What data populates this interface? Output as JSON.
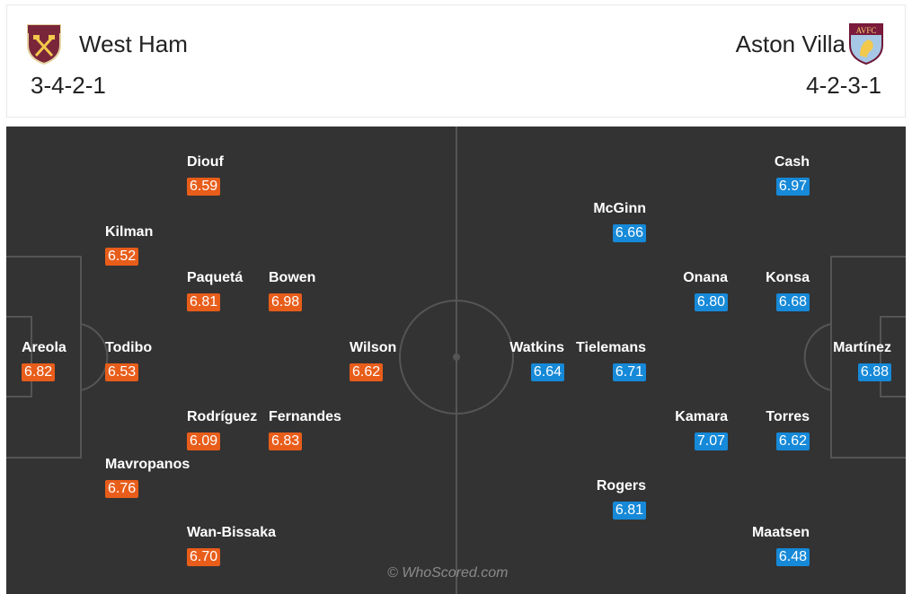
{
  "home": {
    "name": "West Ham",
    "formation": "3-4-2-1",
    "crest_icon": "west-ham-crest-icon",
    "rating_color": "#e85d1a"
  },
  "away": {
    "name": "Aston Villa",
    "formation": "4-2-3-1",
    "crest_icon": "aston-villa-crest-icon",
    "crest_text": "AVFC",
    "rating_color": "#1689d8"
  },
  "players": {
    "diouf": {
      "name": "Diouf",
      "rating": "6.59"
    },
    "kilman": {
      "name": "Kilman",
      "rating": "6.52"
    },
    "paqueta": {
      "name": "Paquetá",
      "rating": "6.81"
    },
    "bowen": {
      "name": "Bowen",
      "rating": "6.98"
    },
    "areola": {
      "name": "Areola",
      "rating": "6.82"
    },
    "todibo": {
      "name": "Todibo",
      "rating": "6.53"
    },
    "wilson": {
      "name": "Wilson",
      "rating": "6.62"
    },
    "rodriguez": {
      "name": "Rodríguez",
      "rating": "6.09"
    },
    "fernandes": {
      "name": "Fernandes",
      "rating": "6.83"
    },
    "mavropanos": {
      "name": "Mavropanos",
      "rating": "6.76"
    },
    "wanbissaka": {
      "name": "Wan-Bissaka",
      "rating": "6.70"
    },
    "cash": {
      "name": "Cash",
      "rating": "6.97"
    },
    "mcginn": {
      "name": "McGinn",
      "rating": "6.66"
    },
    "onana": {
      "name": "Onana",
      "rating": "6.80"
    },
    "konsa": {
      "name": "Konsa",
      "rating": "6.68"
    },
    "watkins": {
      "name": "Watkins",
      "rating": "6.64"
    },
    "tielemans": {
      "name": "Tielemans",
      "rating": "6.71"
    },
    "martinez": {
      "name": "Martínez",
      "rating": "6.88"
    },
    "kamara": {
      "name": "Kamara",
      "rating": "7.07"
    },
    "torres": {
      "name": "Torres",
      "rating": "6.62"
    },
    "rogers": {
      "name": "Rogers",
      "rating": "6.81"
    },
    "maatsen": {
      "name": "Maatsen",
      "rating": "6.48"
    }
  },
  "watermark": "© WhoScored.com",
  "colors": {
    "pitch": "#333333",
    "lines": "#555555",
    "home_badge": "#e85d1a",
    "away_badge": "#1689d8"
  }
}
